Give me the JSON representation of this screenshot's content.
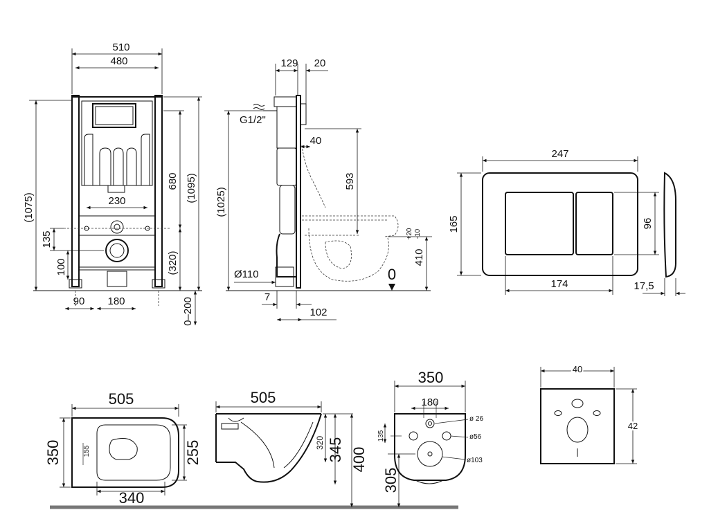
{
  "frame_front": {
    "dim_width_outer": "510",
    "dim_width_inner": "480",
    "dim_height_left": "(1075)",
    "dim_680": "680",
    "dim_1095": "(1095)",
    "dim_230": "230",
    "dim_135": "135",
    "dim_100": "100",
    "dim_320": "(320)",
    "dim_90": "90",
    "dim_180": "180",
    "dim_adjust": "0–200"
  },
  "frame_side": {
    "dim_129": "129",
    "dim_20": "20",
    "thread": "G1/2\"",
    "dim_1025": "(1025)",
    "dim_40": "40",
    "dim_593": "593",
    "dim_110": "Ø110",
    "zero": "0",
    "dim_410": "410",
    "tol_plus": "+20",
    "tol_minus": "-10",
    "dim_7": "7",
    "dim_102": "102"
  },
  "flush_plate": {
    "dim_width": "247",
    "dim_height": "165",
    "dim_96": "96",
    "dim_174": "174",
    "dim_depth": "17,5"
  },
  "bowl_top": {
    "dim_505": "505",
    "dim_350": "350",
    "dim_155": "155",
    "dim_255": "255",
    "dim_340": "340"
  },
  "bowl_side": {
    "dim_505": "505",
    "dim_320": "320",
    "dim_345": "345",
    "dim_400": "400"
  },
  "bowl_rear": {
    "dim_350": "350",
    "dim_180": "180",
    "dim_135": "135",
    "dim_26": "ø 26",
    "dim_56": "ø56",
    "dim_103": "ø103",
    "dim_305": "305"
  },
  "sound_pad": {
    "dim_40": "40",
    "dim_42": "42"
  }
}
